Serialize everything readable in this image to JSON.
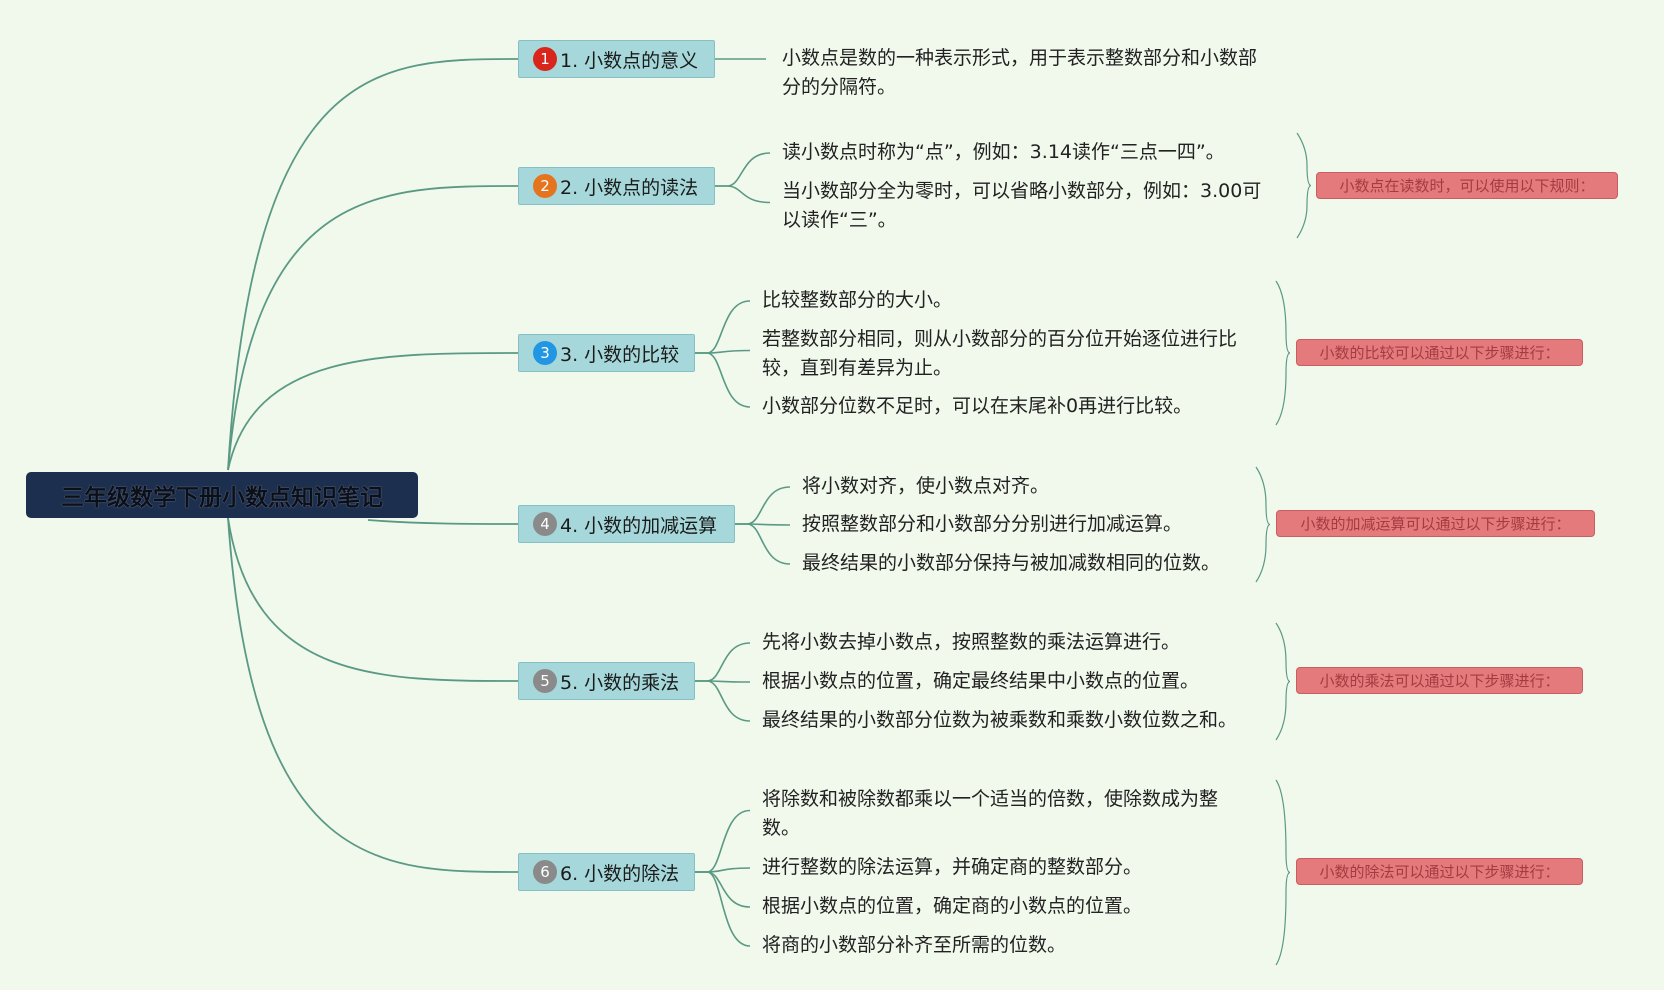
{
  "root": {
    "title": "三年级数学下册小数点知识笔记"
  },
  "colors": {
    "background": "#f1f8ec",
    "link": "#5a9a84",
    "root_fill": "#1d2f4e",
    "branch_fill": "#a6d8db",
    "summary_fill": "#e47a7c",
    "marker_1": "#d8261c",
    "marker_2": "#e5741f",
    "marker_3": "#2196e3",
    "marker_gray": "#8a8a8a"
  },
  "branches": [
    {
      "marker": "1",
      "label": "1. 小数点的意义",
      "items": [
        [
          "小数点是数的一种表示形式，用于表示整数部分和小数部",
          "分的分隔符。"
        ]
      ]
    },
    {
      "marker": "2",
      "label": "2. 小数点的读法",
      "items": [
        [
          "读小数点时称为“点”，例如：3.14读作“三点一四”。"
        ],
        [
          "当小数部分全为零时，可以省略小数部分，例如：3.00可",
          "以读作“三”。"
        ]
      ],
      "summary": "小数点在读数时，可以使用以下规则："
    },
    {
      "marker": "3",
      "label": "3. 小数的比较",
      "items": [
        [
          "比较整数部分的大小。"
        ],
        [
          "若整数部分相同，则从小数部分的百分位开始逐位进行比",
          "较，直到有差异为止。"
        ],
        [
          "小数部分位数不足时，可以在末尾补0再进行比较。"
        ]
      ],
      "summary": "小数的比较可以通过以下步骤进行："
    },
    {
      "marker": "4",
      "label": "4. 小数的加减运算",
      "items": [
        [
          "将小数对齐，使小数点对齐。"
        ],
        [
          "按照整数部分和小数部分分别进行加减运算。"
        ],
        [
          "最终结果的小数部分保持与被加减数相同的位数。"
        ]
      ],
      "summary": "小数的加减运算可以通过以下步骤进行："
    },
    {
      "marker": "5",
      "label": "5. 小数的乘法",
      "items": [
        [
          "先将小数去掉小数点，按照整数的乘法运算进行。"
        ],
        [
          "根据小数点的位置，确定最终结果中小数点的位置。"
        ],
        [
          "最终结果的小数部分位数为被乘数和乘数小数位数之和。"
        ]
      ],
      "summary": "小数的乘法可以通过以下步骤进行："
    },
    {
      "marker": "6",
      "label": "6. 小数的除法",
      "items": [
        [
          "将除数和被除数都乘以一个适当的倍数，使除数成为整",
          "数。"
        ],
        [
          "进行整数的除法运算，并确定商的整数部分。"
        ],
        [
          "根据小数点的位置，确定商的小数点的位置。"
        ],
        [
          "将商的小数部分补齐至所需的位数。"
        ]
      ],
      "summary": "小数的除法可以通过以下步骤进行："
    }
  ]
}
